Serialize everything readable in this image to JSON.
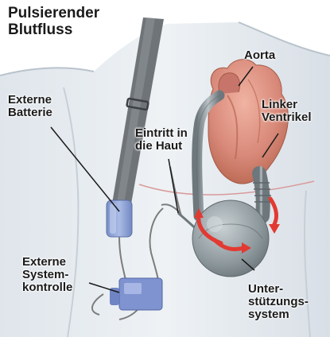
{
  "title": {
    "line1": "Pulsierender",
    "line2": "Blutfluss"
  },
  "labels": {
    "aorta": "Aorta",
    "left_ventricle": {
      "line1": "Linker",
      "line2": "Ventrikel"
    },
    "external_battery": {
      "line1": "Externe",
      "line2": "Batterie"
    },
    "skin_entry": {
      "line1": "Eintritt in",
      "line2": "die Haut"
    },
    "external_controller": {
      "line1": "Externe",
      "line2": "System-",
      "line3": "kontrolle"
    },
    "support_system": {
      "line1": "Unter-",
      "line2": "stützungs-",
      "line3": "system"
    }
  },
  "colors": {
    "heart": "#d98a7a",
    "heart_shadow": "#b86650",
    "device": "#8c979c",
    "battery": "#8fa4d6",
    "controller": "#7f93d0",
    "flow_arrow": "#e23a32",
    "skin": "#e4e9ee",
    "strap": "#6f7478"
  }
}
